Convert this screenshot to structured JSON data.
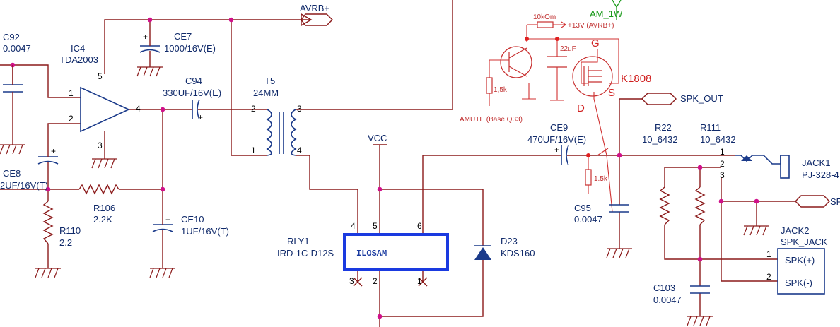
{
  "c92": {
    "ref": "C92",
    "value": "0.0047"
  },
  "ic4": {
    "ref": "IC4",
    "value": "TDA2003",
    "pin1": "1",
    "pin2": "2",
    "pin3": "3",
    "pin4": "4",
    "pin5": "5"
  },
  "ce7": {
    "ref": "CE7",
    "value": "1000/16V(E)"
  },
  "c94": {
    "ref": "C94",
    "value": "330UF/16V(E)"
  },
  "t5": {
    "ref": "T5",
    "value": "24MM",
    "pin1": "1",
    "pin2": "2",
    "pin3": "3",
    "pin4": "4"
  },
  "ce8": {
    "ref": "CE8",
    "value": "2UF/16V(T)"
  },
  "r106": {
    "ref": "R106",
    "value": "2.2K"
  },
  "r110": {
    "ref": "R110",
    "value": "2.2"
  },
  "ce10": {
    "ref": "CE10",
    "value": "1UF/16V(T)"
  },
  "rly1": {
    "ref": "RLY1",
    "value": "IRD-1C-D12S",
    "body": "ILOSAM",
    "pin2": "2",
    "pin3": "3",
    "pin4": "4",
    "pin5": "5",
    "pin6": "6",
    "pin1": "1"
  },
  "vcc": "VCC",
  "avrb": "AVRB+",
  "d23": {
    "ref": "D23",
    "value": "KDS160"
  },
  "ce9": {
    "ref": "CE9",
    "value": "470UF/16V(E)"
  },
  "c95": {
    "ref": "C95",
    "value": "0.0047"
  },
  "r22": {
    "ref": "R22",
    "value": "10_6432"
  },
  "r111": {
    "ref": "R111",
    "value": "10_6432"
  },
  "jack1": {
    "ref": "JACK1",
    "value": "PJ-328-4",
    "pin1": "1",
    "pin2": "2",
    "pin3": "3"
  },
  "jack2": {
    "ref": "JACK2",
    "value": "SPK_JACK",
    "pin_pos": "SPK(+)",
    "pin_neg": "SPK(-)",
    "pin1": "1",
    "pin2": "2"
  },
  "c103": {
    "ref": "C103",
    "value": "0.0047"
  },
  "spk_out": "SPK_OUT",
  "spk_right": "SP",
  "mod": {
    "r_top": "10kOm",
    "supply": "+13V (AVRB+)",
    "am": "AM_1W",
    "cap": "22uF",
    "r_base": "1,5k",
    "amute": "AMUTE (Base Q33)",
    "mosfet": "K1808",
    "g": "G",
    "d": "D",
    "s": "S",
    "r_sw": "1.5k"
  },
  "plus": "+"
}
